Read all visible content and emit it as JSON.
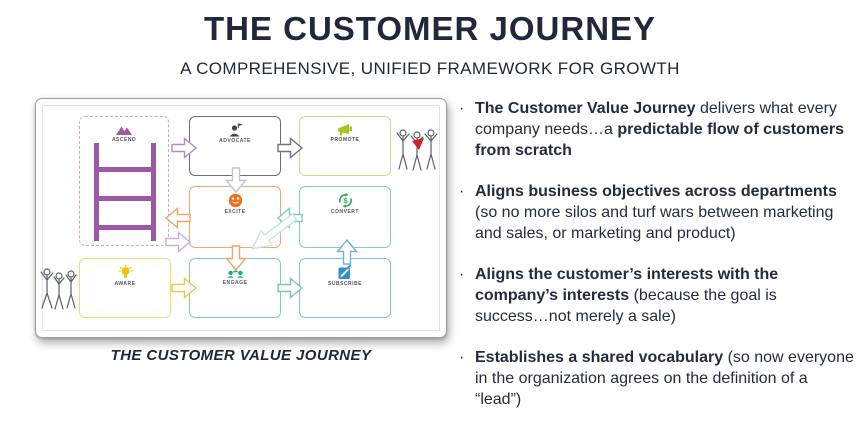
{
  "header": {
    "title": "THE CUSTOMER JOURNEY",
    "subtitle": "A COMPREHENSIVE, UNIFIED FRAMEWORK FOR GROWTH"
  },
  "diagram": {
    "caption": "THE CUSTOMER VALUE JOURNEY",
    "stages": [
      {
        "label": "ASCEND",
        "border": "#c8a8d6",
        "accent": "#9b59a6"
      },
      {
        "label": "ADVOCATE",
        "border": "#696d7d",
        "accent": "#3c4154"
      },
      {
        "label": "PROMOTE",
        "border": "#ccdc85",
        "accent": "#a8c61d"
      },
      {
        "label": "EXCITE",
        "border": "#f1a965",
        "accent": "#e8751e"
      },
      {
        "label": "CONVERT",
        "border": "#84cfc0",
        "accent": "#27ae60"
      },
      {
        "label": "AWARE",
        "border": "#f3d878",
        "accent": "#f2c313"
      },
      {
        "label": "ENGAGE",
        "border": "#7cd0c2",
        "accent": "#17a893"
      },
      {
        "label": "SUBSCRIBE",
        "border": "#84bddd",
        "accent": "#2f8fd0"
      }
    ],
    "arrows": [
      {
        "name": "ascend-to-advocate",
        "color": "#b58cc6"
      },
      {
        "name": "advocate-to-promote",
        "color": "#70737f"
      },
      {
        "name": "advocate-to-excite",
        "color": "#c2c5cd"
      },
      {
        "name": "convert-to-excite",
        "color": "#7fccba"
      },
      {
        "name": "excite-to-ascend",
        "color": "#f0a763"
      },
      {
        "name": "ascend-loop",
        "color": "#cbaed8"
      },
      {
        "name": "excite-to-engage",
        "color": "#f0a763"
      },
      {
        "name": "subscribe-to-convert",
        "color": "#74b2d8"
      },
      {
        "name": "convert-to-engage-diagonal",
        "color": "#c9e6dc"
      },
      {
        "name": "aware-to-engage",
        "color": "#ecc84f"
      },
      {
        "name": "engage-to-subscribe",
        "color": "#74c6b5"
      }
    ]
  },
  "bullet_marker": "·",
  "bullets": [
    {
      "segments": [
        {
          "bold": true,
          "text": "The Customer Value Journey"
        },
        {
          "bold": false,
          "text": " delivers what every company needs…a "
        },
        {
          "bold": true,
          "text": "predictable flow of customers from scratch"
        }
      ]
    },
    {
      "segments": [
        {
          "bold": true,
          "text": "Aligns business objectives across departments"
        },
        {
          "bold": false,
          "text": " (so no more silos and turf wars between marketing and sales, or marketing and product)"
        }
      ]
    },
    {
      "segments": [
        {
          "bold": true,
          "text": "Aligns the customer’s interests with the company’s interests"
        },
        {
          "bold": false,
          "text": " (because the goal is success…not merely a sale)"
        }
      ]
    },
    {
      "segments": [
        {
          "bold": true,
          "text": "Establishes a shared vocabulary"
        },
        {
          "bold": false,
          "text": " (so now everyone in the organization agrees on the definition of a “lead”)"
        }
      ]
    }
  ],
  "colors": {
    "text": "#262b40",
    "title": "#23273c",
    "cape_red": "#cc2229"
  }
}
